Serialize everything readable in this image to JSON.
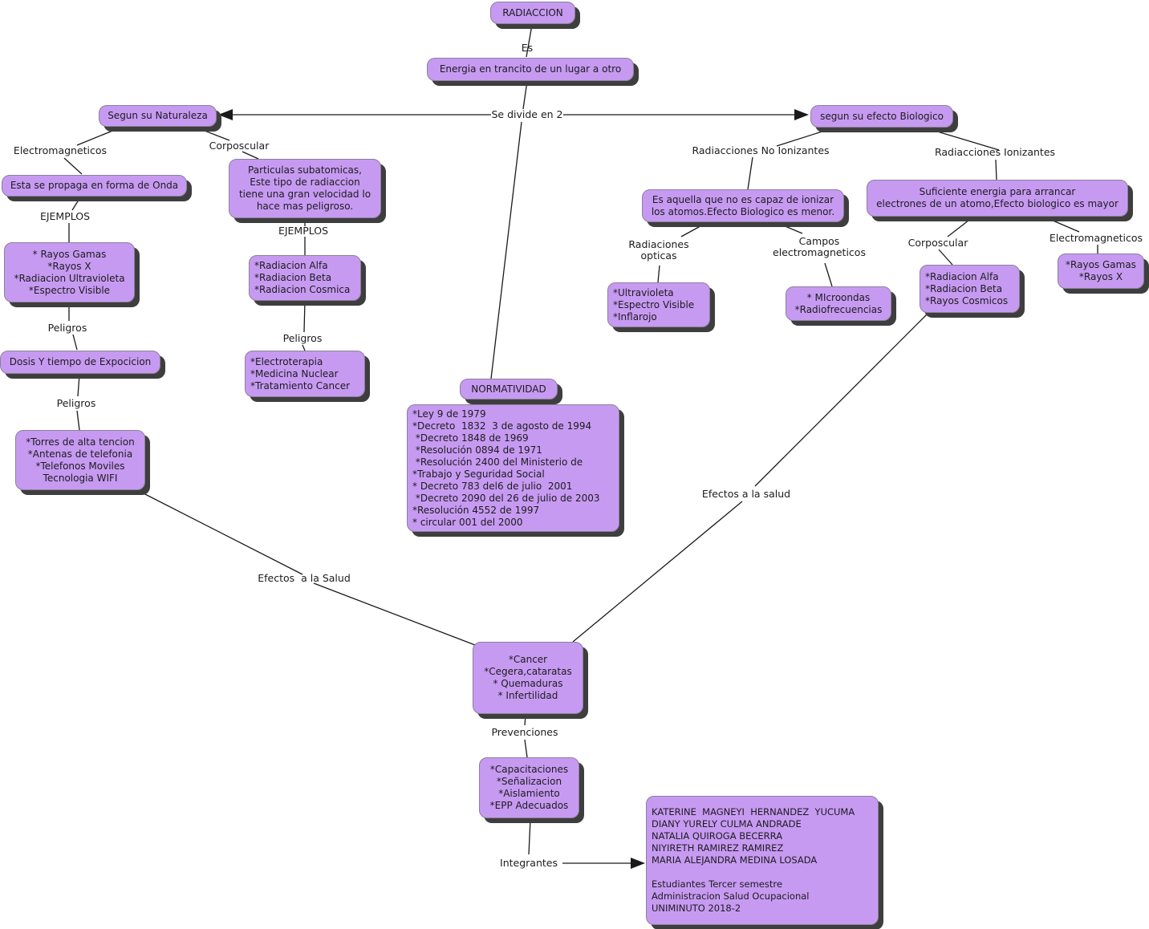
{
  "diagram": {
    "colors": {
      "node_fill": "#c79af2",
      "node_border": "#8b8098",
      "shadow": "#3e3e3e",
      "line": "#1a1a1a",
      "text": "#1c1c1c",
      "background": "#ffffff"
    },
    "nodes": [
      {
        "text": "RADIACCION"
      },
      {
        "text": "Energia en trancito de un lugar a otro"
      },
      {
        "text": "Segun su Naturaleza"
      },
      {
        "text": "Esta se propaga en forma de Onda"
      },
      {
        "text": "* Rayos Gamas\n*Rayos X\n*Radiacion Ultravioleta\n*Espectro Visible"
      },
      {
        "text": "Dosis Y tiempo de Expocicion"
      },
      {
        "text": "*Torres de alta tencion\n*Antenas de telefonia\n*Telefonos Moviles\nTecnologia WIFI"
      },
      {
        "text": "Particulas subatomicas,\nEste tipo de radiaccion\ntiene una gran velocidad lo\nhace mas peligroso."
      },
      {
        "text": "*Radiacion Alfa\n*Radiacion Beta\n*Radiacion Cosmica"
      },
      {
        "text": "*Electroterapia\n*Medicina Nuclear\n*Tratamiento Cancer"
      },
      {
        "text": "segun su efecto Biologico"
      },
      {
        "text": "Es aquella que no es capaz de ionizar\nlos atomos.Efecto Biologico es menor."
      },
      {
        "text": "Suficiente energia para arrancar\nelectrones de un atomo,Efecto biologico es mayor"
      },
      {
        "text": "*Ultravioleta\n*Espectro Visible\n*Inflarojo"
      },
      {
        "text": "* MIcroondas\n*Radiofrecuencias"
      },
      {
        "text": "*Radiacion Alfa\n*Radiacion Beta\n*Rayos Cosmicos"
      },
      {
        "text": "*Rayos Gamas\n*Rayos X"
      },
      {
        "text": "NORMATIVIDAD"
      },
      {
        "text": "*Ley 9 de 1979\n*Decreto  1832  3 de agosto de 1994\n *Decreto 1848 de 1969\n *Resolución 0894 de 1971\n *Resolución 2400 del Ministerio de\n*Trabajo y Seguridad Social\n* Decreto 783 del6 de julio  2001\n *Decreto 2090 del 26 de julio de 2003\n*Resolución 4552 de 1997\n* circular 001 del 2000"
      },
      {
        "text": "*Cancer\n*Cegera,cataratas\n* Quemaduras\n* Infertilidad"
      },
      {
        "text": "*Capacitaciones\n*Señalizacion\n*Aislamiento\n*EPP Adecuados"
      },
      {
        "text": "KATERINE  MAGNEYI  HERNANDEZ  YUCUMA\nDIANY YURELY CULMA ANDRADE\nNATALIA QUIROGA BECERRA\nNIYIRETH RAMIREZ RAMIREZ\nMARIA ALEJANDRA MEDINA LOSADA\n\nEstudiantes Tercer semestre\nAdministracion Salud Ocupacional\nUNIMINUTO 2018-2"
      }
    ],
    "labels": [
      {
        "text": "Es"
      },
      {
        "text": "Se divide en 2"
      },
      {
        "text": "Electromagneticos"
      },
      {
        "text": "Corposcular"
      },
      {
        "text": "EJEMPLOS"
      },
      {
        "text": "Peligros"
      },
      {
        "text": "Peligros"
      },
      {
        "text": "EJEMPLOS"
      },
      {
        "text": "Peligros"
      },
      {
        "text": "Radiacciones No Ionizantes"
      },
      {
        "text": "Radiacciones Ionizantes"
      },
      {
        "text": "Radiaciones\nopticas"
      },
      {
        "text": "Campos\nelectromagneticos"
      },
      {
        "text": "Corposcular"
      },
      {
        "text": "Electromagneticos"
      },
      {
        "text": "Efectos a la salud"
      },
      {
        "text": "Efectos  a la Salud"
      },
      {
        "text": "Prevenciones"
      },
      {
        "text": "Integrantes"
      }
    ]
  }
}
